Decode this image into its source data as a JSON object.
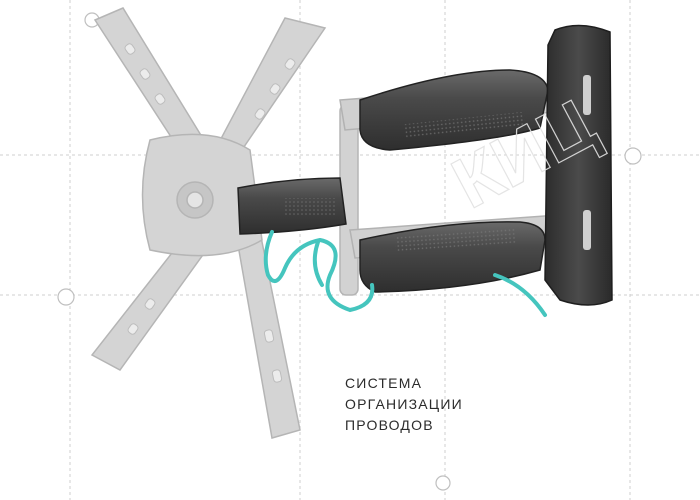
{
  "caption": {
    "lines": [
      "СИСТЕМА",
      "ОРГАНИЗАЦИИ",
      "ПРОВОДОВ"
    ]
  },
  "watermark": {
    "text": "КИЦ"
  },
  "colors": {
    "bracket_light": "#d3d3d3",
    "bracket_edge": "#b8b8b8",
    "arm_dark": "#3a3a3a",
    "arm_mid": "#5a5a5a",
    "cable": "#45c5be",
    "guide_lines": "#c8c8c8"
  }
}
